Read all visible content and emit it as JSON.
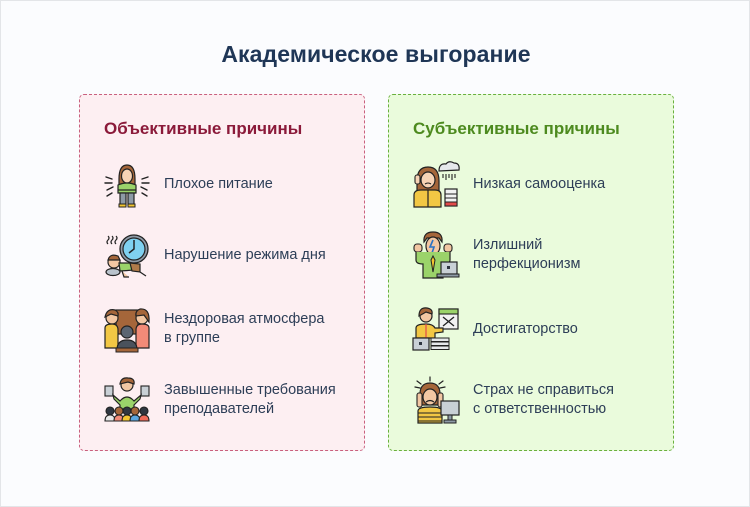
{
  "title": "Академическое выгорание",
  "colors": {
    "title": "#1f3656",
    "objective_accent": "#8b1a3a",
    "objective_bg": "#fdeff2",
    "objective_border": "#c9607e",
    "subjective_accent": "#4d8a1f",
    "subjective_bg": "#eafbdc",
    "subjective_border": "#6ab03e",
    "text": "#2d3e57"
  },
  "objective": {
    "heading": "Объективные причины",
    "items": [
      {
        "icon": "stressed-woman-icon",
        "label": "Плохое питание"
      },
      {
        "icon": "tired-person-clock-icon",
        "label": "Нарушение режима дня"
      },
      {
        "icon": "group-conflict-icon",
        "label": "Нездоровая атмосфера\nв группе"
      },
      {
        "icon": "teacher-audience-icon",
        "label": "Завышенные требования\nпреподавателей"
      }
    ]
  },
  "subjective": {
    "heading": "Субъективные причины",
    "items": [
      {
        "icon": "sad-woman-raincloud-icon",
        "label": "Низкая самооценка"
      },
      {
        "icon": "frustrated-man-laptop-icon",
        "label": "Излишний\nперфекционизм"
      },
      {
        "icon": "man-calendar-tasks-icon",
        "label": "Достигаторство"
      },
      {
        "icon": "anxious-person-computer-icon",
        "label": "Страх не справиться\nс ответственностью"
      }
    ]
  }
}
